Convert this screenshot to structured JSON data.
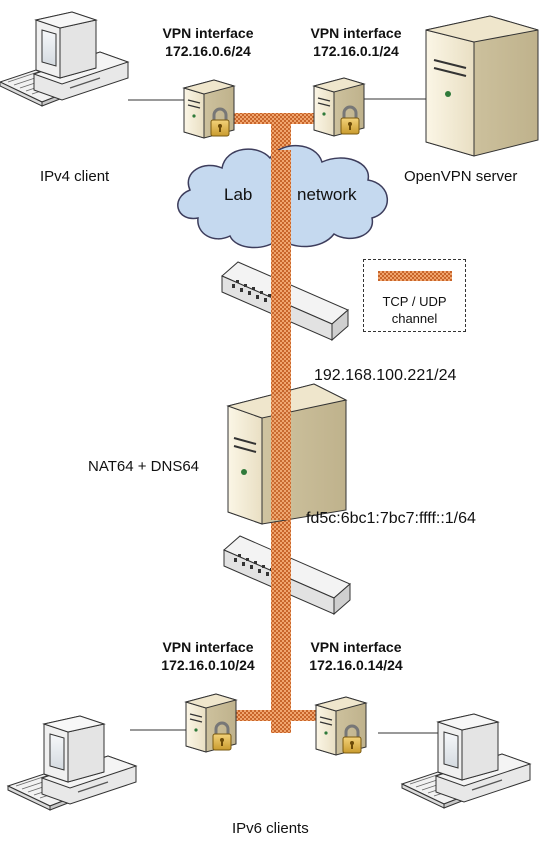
{
  "vpn_top_left": {
    "title": "VPN interface",
    "ip": "172.16.0.6/24"
  },
  "vpn_top_right": {
    "title": "VPN interface",
    "ip": "172.16.0.1/24"
  },
  "vpn_bottom_left": {
    "title": "VPN interface",
    "ip": "172.16.0.10/24"
  },
  "vpn_bottom_right": {
    "title": "VPN interface",
    "ip": "172.16.0.14/24"
  },
  "ipv4_client": "IPv4 client",
  "openvpn_server": "OpenVPN server",
  "cloud": {
    "word1": "Lab",
    "word2": "network"
  },
  "legend": {
    "line1": "TCP / UDP",
    "line2": "channel"
  },
  "ipv4_address": "192.168.100.221/24",
  "nat64_label": "NAT64 + DNS64",
  "ipv6_address": "fd5c:6bc1:7bc7:ffff::1/64",
  "ipv6_clients": "IPv6 clients",
  "colors": {
    "channel": "#e8955a",
    "channel_dark": "#b35a1f",
    "cloud": "#c5d9ef",
    "cloud_stroke": "#4a4a6a",
    "device": "#f3ecd8"
  }
}
